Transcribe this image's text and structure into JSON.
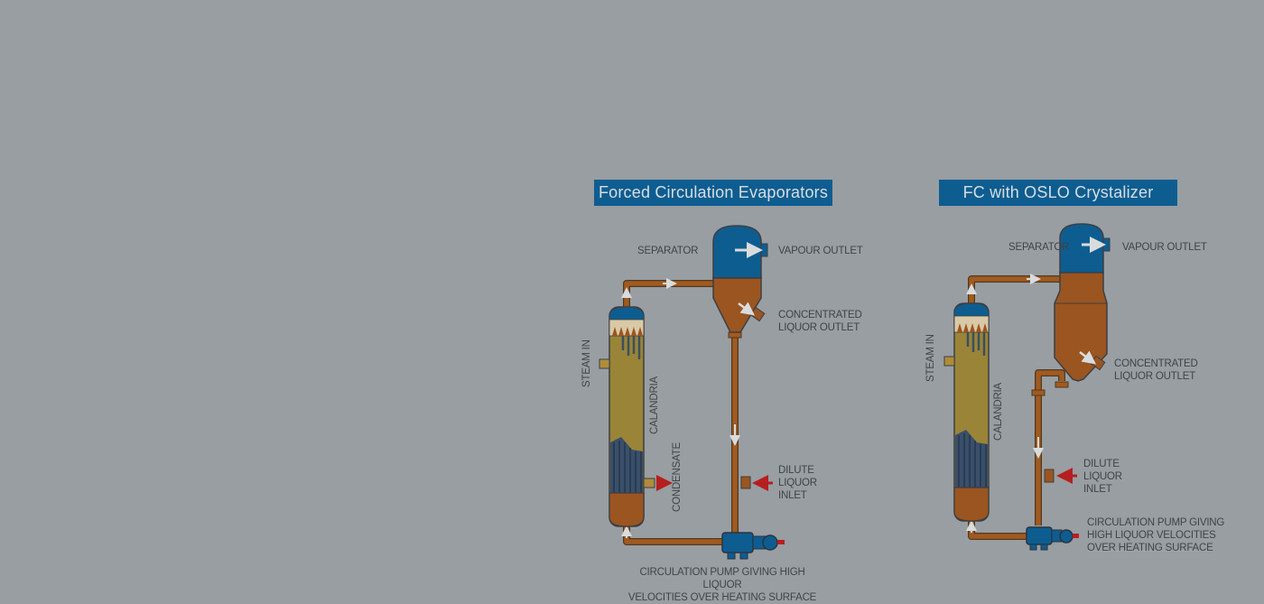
{
  "colors": {
    "background": "#989ea2",
    "title_bar": "#0e5d90",
    "pipe": "#a15a1f",
    "vessel_top": "#0e5d90",
    "liquor": "#9b5520",
    "calandria_shell": "#9a8437",
    "inlet_arrow": "#b51f1f"
  },
  "diagram_left": {
    "title": "Forced Circulation Evaporators",
    "separator": "SEPARATOR",
    "vapour_outlet": "VAPOUR OUTLET",
    "concentrated_liquor_outlet": [
      "CONCENTRATED",
      "LIQUOR OUTLET"
    ],
    "steam_in": "STEAM IN",
    "calandria": "CALANDRIA",
    "condensate": "CONDENSATE",
    "dilute_liquor_inlet": [
      "DILUTE",
      "LIQUOR",
      "INLET"
    ],
    "circulation_pump": [
      "CIRCULATION PUMP GIVING HIGH LIQUOR",
      "VELOCITIES OVER HEATING SURFACE"
    ]
  },
  "diagram_right": {
    "title": "FC with OSLO Crystalizer",
    "separator": "SEPARATOR",
    "vapour_outlet": "VAPOUR OUTLET",
    "concentrated_liquor_outlet": [
      "CONCENTRATED",
      "LIQUOR OUTLET"
    ],
    "steam_in": "STEAM IN",
    "calandria": "CALANDRIA",
    "dilute_liquor_inlet": [
      "DILUTE",
      "LIQUOR",
      "INLET"
    ],
    "circulation_pump": [
      "CIRCULATION PUMP GIVING",
      "HIGH LIQUOR VELOCITIES",
      "OVER HEATING SURFACE"
    ]
  }
}
